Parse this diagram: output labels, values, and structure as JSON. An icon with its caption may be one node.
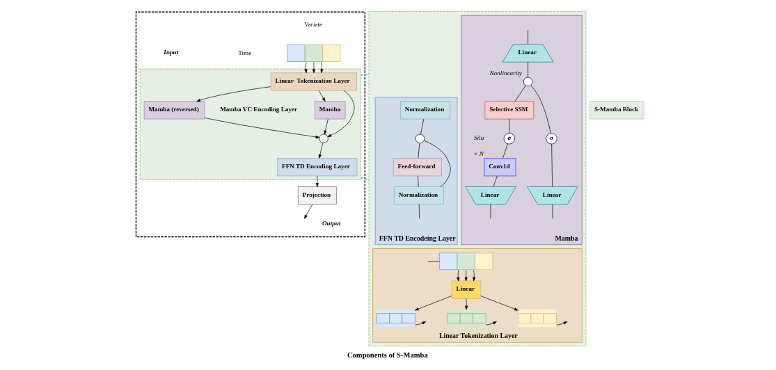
{
  "diagram": {
    "caption": "Components of S-Mamba",
    "nodes": [
      {
        "text": [],
        "shape": "box"
      },
      {
        "text": [],
        "shape": "picture",
        "in": 0
      },
      {
        "text": [],
        "shape": "box",
        "in": 0
      },
      {
        "text": [
          "Linear  Tokenization Layer"
        ],
        "in": 2
      },
      {
        "text": [
          "Mamba (reversed)"
        ],
        "in": 2
      },
      {
        "text": [
          "Mamba"
        ],
        "in": 2
      },
      {
        "text": [],
        "shape": "circle",
        "in": 2
      },
      {
        "text": [
          "FFN TD Encoding Layer"
        ],
        "in": 2
      },
      {
        "text": [
          "Projection"
        ],
        "in": 0
      },
      {
        "text": [
          "S-Mamba Block"
        ]
      },
      {
        "text": [],
        "shape": "box"
      },
      {
        "text": [
          "Mamba"
        ],
        "in": 10
      },
      {
        "text": [
          "Linear"
        ],
        "in": 11
      },
      {
        "text": [],
        "shape": "circle",
        "in": 11,
        "beside": [
          "Nonlinearity"
        ]
      },
      {
        "text": [
          "Selective SSM"
        ],
        "in": 11
      },
      {
        "text": [
          "σ"
        ],
        "in": 11
      },
      {
        "text": [
          "Conv1d"
        ],
        "in": 11,
        "beside": [
          "× N"
        ]
      },
      {
        "text": [
          "Linear"
        ],
        "in": 11
      },
      {
        "text": [
          "σ"
        ],
        "in": 11
      },
      {
        "text": [
          "Linear"
        ],
        "in": 11
      },
      {
        "text": [
          "FFN TD Encodeing Layer"
        ],
        "in": 10
      },
      {
        "text": [
          "Normalization"
        ],
        "in": 20
      },
      {
        "text": [],
        "shape": "circle",
        "in": 20
      },
      {
        "text": [
          "Feed-forward"
        ],
        "in": 20
      },
      {
        "text": [
          "Normalization"
        ],
        "in": 20
      },
      {
        "text": [
          "Linear Tokenization Layer"
        ],
        "in": 10
      },
      {
        "text": [],
        "shape": "picture",
        "in": 25
      },
      {
        "text": [
          "Linear"
        ],
        "in": 25
      },
      {
        "text": [],
        "shape": "bar",
        "in": 25
      },
      {
        "text": [],
        "shape": "bar",
        "in": 25
      },
      {
        "text": [],
        "shape": "bar",
        "in": 25
      }
    ],
    "edges": [
      {
        "from": 1,
        "to": 3,
        "arrow": "to"
      },
      {
        "from": 1,
        "to": 3,
        "arrow": "to"
      },
      {
        "from": 1,
        "to": 3,
        "arrow": "to"
      },
      {
        "from": 3,
        "to": 4,
        "arrow": "to"
      },
      {
        "from": 3,
        "to": 5,
        "arrow": "to"
      },
      {
        "from": 4,
        "to": 6,
        "arrow": "to"
      },
      {
        "from": 5,
        "to": 6,
        "arrow": "to"
      },
      {
        "from": 3,
        "to": 6,
        "arrow": "to"
      },
      {
        "from": 6,
        "to": 7,
        "arrow": "to"
      },
      {
        "from": 7,
        "to": 8,
        "arrow": "to"
      },
      {
        "from": 8,
        "to": null,
        "arrow": "to"
      },
      {
        "from": 2,
        "to": 10,
        "arrow": "none",
        "style": "dashed",
        "color": "#5aa897"
      },
      {
        "from": 2,
        "to": 10,
        "arrow": "none",
        "style": "dashed",
        "color": "#5aa897"
      },
      {
        "from": null,
        "to": 12,
        "arrow": "none"
      },
      {
        "from": 12,
        "to": 13,
        "arrow": "none"
      },
      {
        "from": 13,
        "to": 14,
        "arrow": "none"
      },
      {
        "from": 14,
        "to": 15,
        "arrow": "none"
      },
      {
        "from": 15,
        "to": 16,
        "arrow": "none"
      },
      {
        "from": 16,
        "to": 17,
        "arrow": "none"
      },
      {
        "from": 13,
        "to": 18,
        "arrow": "none"
      },
      {
        "from": 18,
        "to": 19,
        "arrow": "none"
      },
      {
        "from": 17,
        "to": null,
        "arrow": "none"
      },
      {
        "from": 19,
        "to": null,
        "arrow": "none"
      },
      {
        "from": 21,
        "to": 22,
        "arrow": "none"
      },
      {
        "from": 22,
        "to": 23,
        "arrow": "none"
      },
      {
        "from": 23,
        "to": 24,
        "arrow": "none"
      },
      {
        "from": 24,
        "to": 22,
        "arrow": "none"
      },
      {
        "from": 24,
        "to": null,
        "arrow": "none"
      },
      {
        "from": null,
        "to": 26,
        "arrow": "none"
      },
      {
        "from": 26,
        "to": 27,
        "arrow": "to"
      },
      {
        "from": 26,
        "to": 27,
        "arrow": "to"
      },
      {
        "from": 26,
        "to": 27,
        "arrow": "to"
      },
      {
        "from": 27,
        "to": 28,
        "arrow": "to"
      },
      {
        "from": 27,
        "to": 29,
        "arrow": "to"
      },
      {
        "from": 27,
        "to": 30,
        "arrow": "to"
      },
      {
        "from": 28,
        "to": null,
        "arrow": "to"
      },
      {
        "from": 29,
        "to": null,
        "arrow": "to"
      },
      {
        "from": 30,
        "to": null,
        "arrow": "to"
      }
    ],
    "labels": [
      "Variate",
      "Time",
      "Input",
      "Output",
      "Mamba VC Encoding Layer",
      "Silu"
    ]
  }
}
